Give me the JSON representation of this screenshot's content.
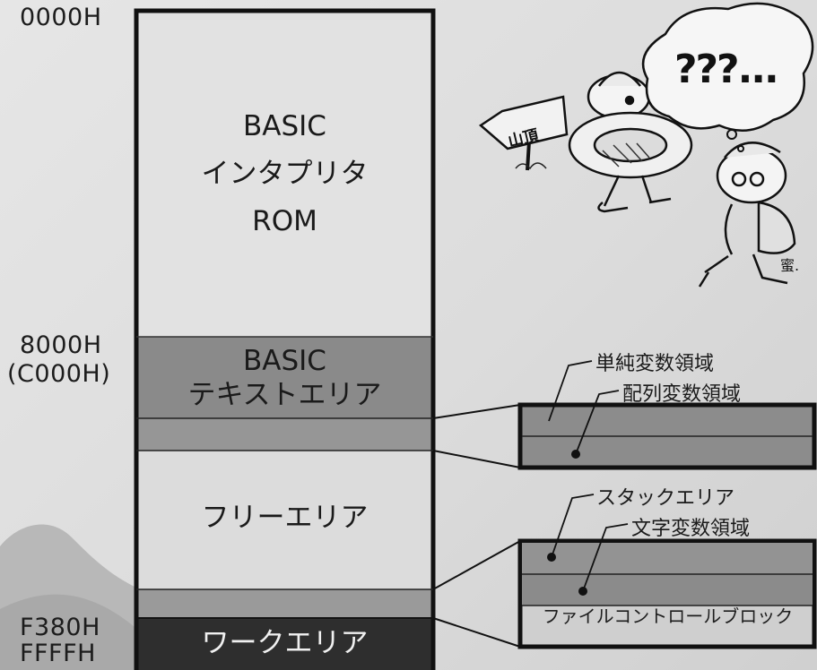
{
  "addresses": {
    "start": "0000H",
    "basic_start": "8000H",
    "basic_start_alt": "(C000H)",
    "work_start": "F380H",
    "end": "FFFFH"
  },
  "segments": {
    "rom_line1": "BASIC",
    "rom_line2": "インタプリタ",
    "rom_line3": "ROM",
    "text_line1": "BASIC",
    "text_line2": "テキストエリア",
    "free": "フリーエリア",
    "work": "ワークエリア"
  },
  "upper_detail": {
    "simple_vars": "単純変数領域",
    "array_vars": "配列変数領域"
  },
  "lower_detail": {
    "stack": "スタックエリア",
    "string_vars": "文字変数領域",
    "fcb": "ファイルコントロールブロック"
  },
  "cartoon": {
    "sign_text": "山頂",
    "speech_text": "???..."
  },
  "colors": {
    "rom": "#e2e2e2",
    "text_area": "#8a8a8a",
    "vars_area": "#969696",
    "free": "#dcdcdc",
    "stack_area": "#9a9a9a",
    "work": "#2e2e2e",
    "outline": "#111111"
  }
}
